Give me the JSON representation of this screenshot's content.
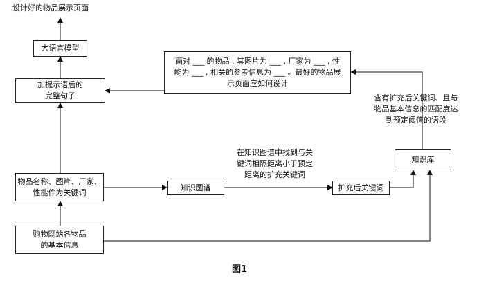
{
  "nodes": {
    "result_text": "设计好的物品展示页面",
    "llm": "大语言模型",
    "full_sentence": [
      "加提示语后的",
      "完整句子"
    ],
    "prompt_template": [
      "面对 ___ 的物品 , 其图片为 ___ , 厂家为 ___ , 性",
      "能为 ___ , 相关的参考信息为 ___ 。最好的物品展",
      "示页面应如何设计"
    ],
    "product_keywords": [
      "物品名称、图片、厂家、",
      "性能作为关键词"
    ],
    "knowledge_graph": "知识图谱",
    "expanded_keywords": "扩充后关键词",
    "knowledge_base": "知识库",
    "shopping_site_info": [
      "购物网站各物品",
      "的基本信息"
    ]
  },
  "labels": {
    "kg_search": [
      "在知识图谱中找到与关",
      "键词相隔距离小于预定",
      "距离的扩充关键词"
    ],
    "matching_passages": [
      "含有扩充后关键词、且与",
      "物品基本信息的匹配度达",
      "到预定阈值的语段"
    ]
  },
  "caption": "图1"
}
